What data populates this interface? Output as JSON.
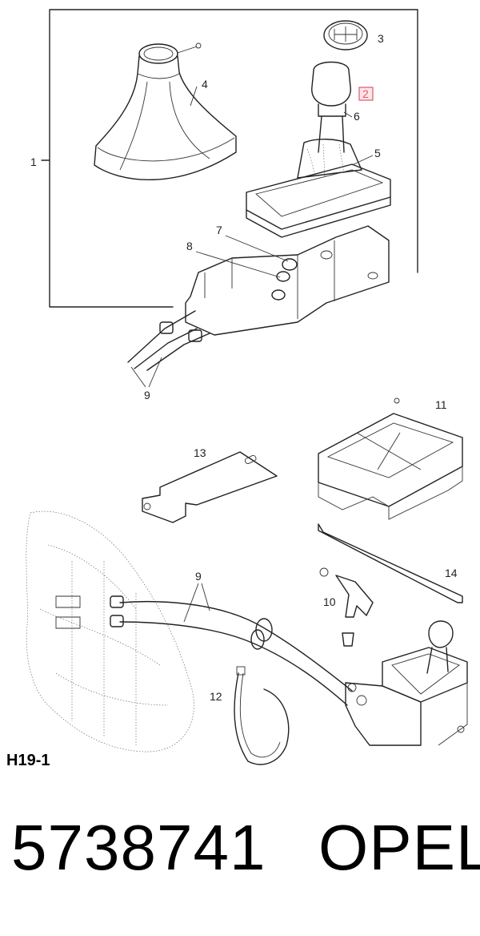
{
  "callouts": {
    "c1": "1",
    "c2": "2",
    "c3": "3",
    "c4": "4",
    "c5": "5",
    "c6": "6",
    "c7": "7",
    "c8": "8",
    "c9a": "9",
    "c9b": "9",
    "c10": "10",
    "c11": "11",
    "c12": "12",
    "c13": "13",
    "c14": "14"
  },
  "highlighted_callout": "2",
  "highlight_color": "#e05a6a",
  "diagram_code": "H19-1",
  "part_number": "5738741",
  "brand": "OPEL"
}
